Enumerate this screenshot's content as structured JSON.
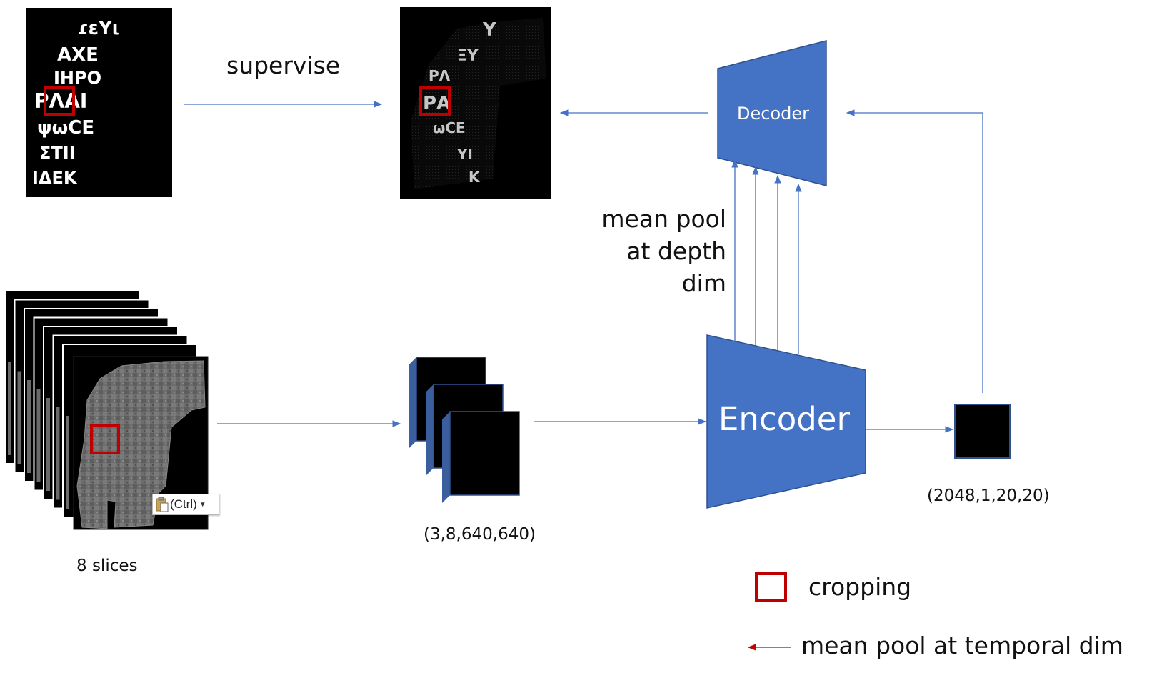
{
  "labels": {
    "supervise": "supervise",
    "mean_pool_lines": [
      "mean pool",
      "at depth",
      "dim"
    ],
    "decoder": "Decoder",
    "encoder": "Encoder",
    "shape_input": "(3,8,640,640)",
    "shape_feature": "(2048,1,20,20)",
    "slices": "8 slices",
    "legend_crop": "cropping",
    "legend_temporal": "mean pool at temporal dim",
    "paste_button": "(Ctrl)"
  },
  "letters_target": [
    "ɾɛΥι",
    "ΑΧΕ",
    "ΙΗΡΟ",
    "ΡΛΑΙ",
    "ψωCΕ",
    "ΣΤΙΙ",
    "ΙΔΕΚ"
  ],
  "letters_pred": [
    "Υ",
    "ΞΥ",
    "ΡΛ",
    "ΡΑ",
    "ωCΕ",
    "ΥΙ",
    "Κ"
  ],
  "colors": {
    "blue": "#4472c4",
    "blue_dark": "#2f528f",
    "crop_red": "#c00000",
    "arrow_blue": "#4472c4",
    "legend_arrow_red": "#c00000",
    "black": "#000000"
  }
}
